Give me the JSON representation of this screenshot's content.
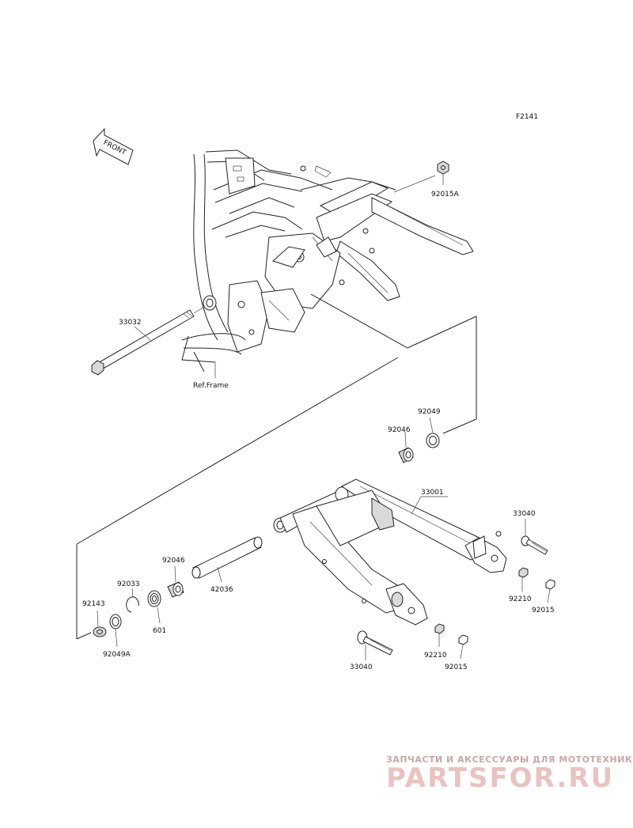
{
  "figure_code": "F2141",
  "front_label": "FRONT",
  "ref_frame": "Ref.Frame",
  "labels": {
    "p92015A": "92015A",
    "p33032": "33032",
    "p92049_top": "92049",
    "p92046_top": "92046",
    "p33001": "33001",
    "p33040_right": "33040",
    "p92210_right": "92210",
    "p92015_right": "92015",
    "p92046_left": "92046",
    "p92033": "92033",
    "p42036": "42036",
    "p92143": "92143",
    "p601": "601",
    "p92049A": "92049A",
    "p33040_bottom": "33040",
    "p92210_bottom": "92210",
    "p92015_bottom": "92015"
  },
  "watermark": {
    "tagline": "ЗАПЧАСТИ И АКСЕССУАРЫ ДЛЯ МОТОТЕХНИКИ",
    "logo": "PARTSFOR.RU"
  }
}
